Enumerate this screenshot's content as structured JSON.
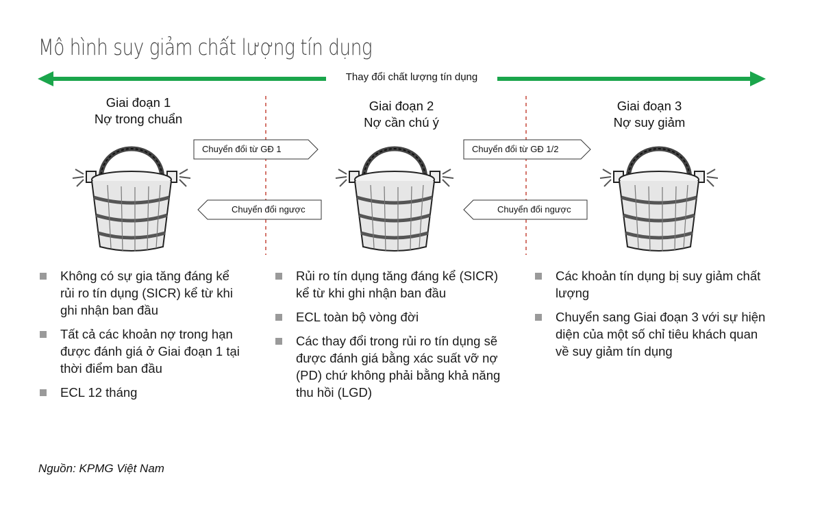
{
  "title": "Mô hình suy giảm chất lượng tín dụng",
  "arrow": {
    "label": "Thay đổi chất lượng tín dụng",
    "color": "#1aa54b"
  },
  "stages": [
    {
      "line1": "Giai đoạn 1",
      "line2": "Nợ trong chuẩn"
    },
    {
      "line1": "Giai đoạn 2",
      "line2": "Nợ cần chú ý"
    },
    {
      "line1": "Giai đoạn 3",
      "line2": "Nợ suy giảm"
    }
  ],
  "transitions": {
    "forward": [
      "Chuyển đổi từ GĐ 1",
      "Chuyển đổi từ GĐ 1/2"
    ],
    "reverse": [
      "Chuyển đổi ngược",
      "Chuyển đổi ngược"
    ]
  },
  "bullets": {
    "stage1": [
      "Không có sự gia tăng đáng kể rủi ro tín dụng (SICR) kể từ khi ghi nhận ban đầu",
      "Tất cả các khoản nợ trong hạn được đánh giá ở Giai đoạn 1 tại thời điểm ban đầu",
      "ECL 12 tháng"
    ],
    "stage2": [
      "Rủi ro tín dụng tăng đáng kể (SICR) kể từ khi ghi nhận ban đầu",
      "ECL toàn bộ vòng đời",
      "Các thay đổi trong rủi ro tín dụng sẽ được đánh giá bằng xác suất vỡ nợ (PD) chứ không phải bằng khả năng thu hồi (LGD)"
    ],
    "stage3": [
      "Các khoản tín dụng bị suy giảm chất lượng",
      "Chuyển sang Giai đoạn 3 với sự hiện diện của một số chỉ tiêu khách quan về suy giảm tín dụng"
    ]
  },
  "source": "Nguồn: KPMG Việt Nam",
  "icons": {
    "bucket": "wooden-bucket-icon"
  },
  "colors": {
    "divider": "#c0392b",
    "bullet": "#9a9a9a"
  }
}
